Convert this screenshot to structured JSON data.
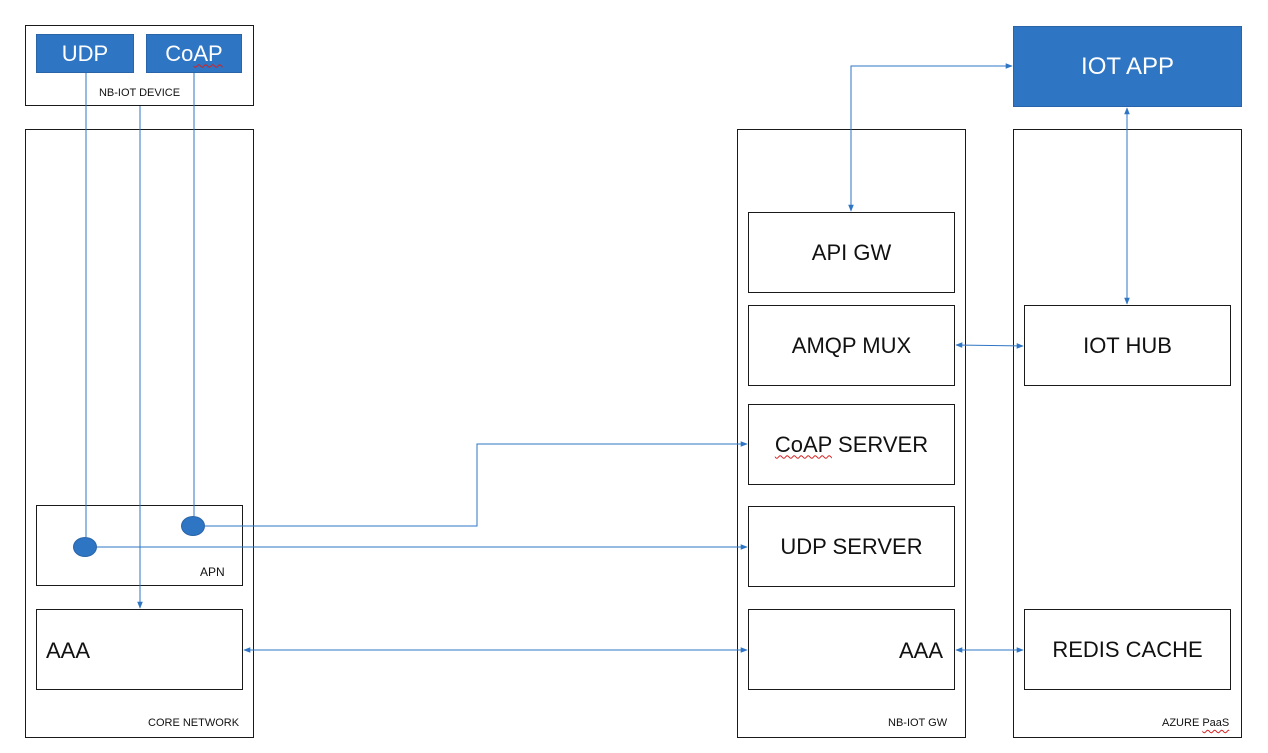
{
  "colors": {
    "accent": "#2e75c4",
    "line": "#2e75c4",
    "border": "#1a1a1a"
  },
  "device": {
    "udp_label": "UDP",
    "coap_label": "Co",
    "coap_label_tail": "AP",
    "caption": "NB-IOT DEVICE"
  },
  "core_network": {
    "caption": "CORE NETWORK",
    "apn_label": "APN",
    "aaa_label": "AAA"
  },
  "gateway": {
    "caption": "NB-IOT GW",
    "api_gw": "API GW",
    "amqp_mux": "AMQP MUX",
    "coap_server_prefix": "CoAP",
    "coap_server_suffix": " SERVER",
    "udp_server": "UDP SERVER",
    "aaa_label": "AAA"
  },
  "azure": {
    "caption_prefix": "AZURE ",
    "caption_suffix": "PaaS",
    "iot_app": "IOT APP",
    "iot_hub": "IOT HUB",
    "redis_cache": "REDIS CACHE"
  }
}
